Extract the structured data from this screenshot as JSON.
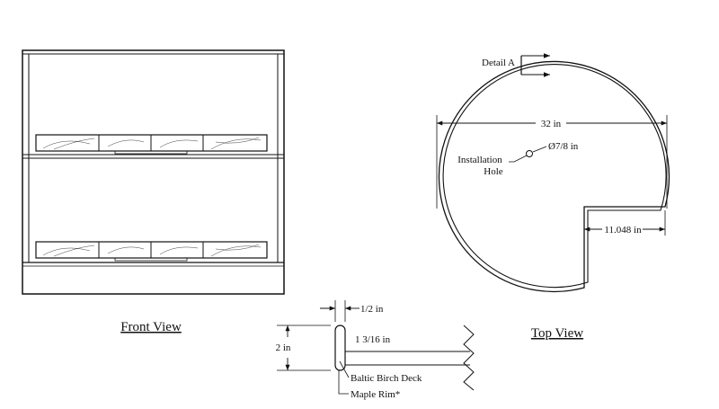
{
  "front_view": {
    "caption": "Front View"
  },
  "top_view": {
    "caption": "Top View",
    "detail_label": "Detail A",
    "diameter_label": "32 in",
    "hole_label_line1": "Installation",
    "hole_label_line2": "Hole",
    "hole_size_label": "Ø7/8 in",
    "cutout_label": "11.048 in"
  },
  "detail_section": {
    "rim_thickness_label": "1/2 in",
    "rim_height_label": "2 in",
    "deck_offset_label": "1 3/16 in",
    "deck_label": "Baltic Birch Deck",
    "rim_label": "Maple Rim*"
  }
}
